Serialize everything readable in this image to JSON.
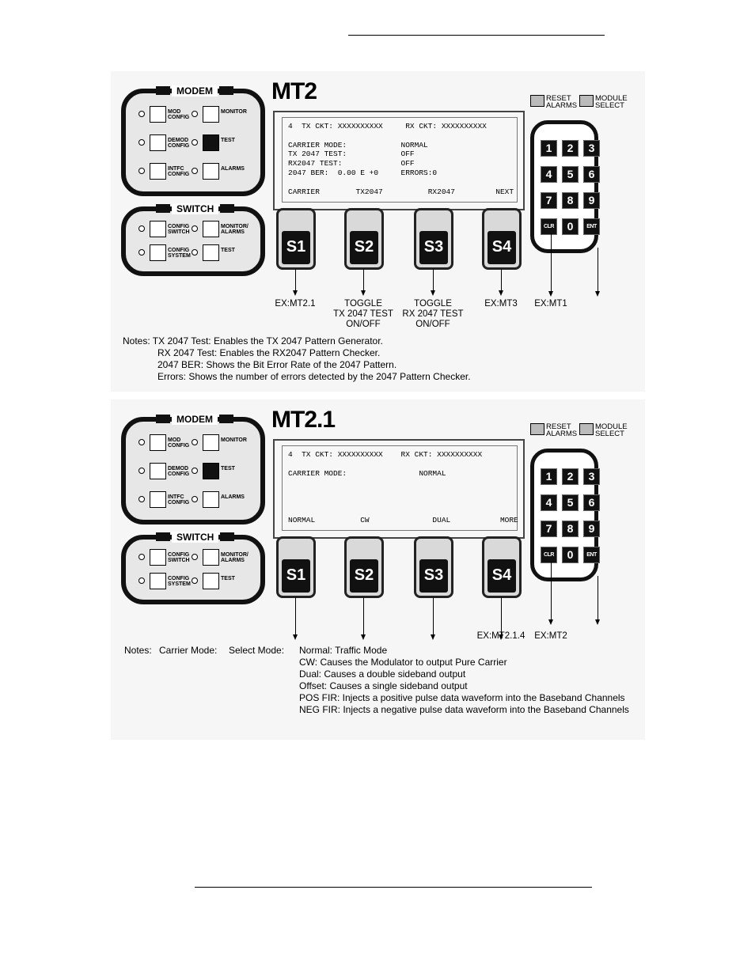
{
  "diagrams": [
    {
      "title": "MT2",
      "modem": {
        "label": "MODEM",
        "buttons": [
          {
            "label": "MOD CONFIG",
            "on": false
          },
          {
            "label": "MONITOR",
            "on": false
          },
          {
            "label": "DEMOD CONFIG",
            "on": false
          },
          {
            "label": "TEST",
            "on": true
          },
          {
            "label": "INTFC CONFIG",
            "on": false
          },
          {
            "label": "ALARMS",
            "on": false
          }
        ]
      },
      "switch": {
        "label": "SWITCH",
        "buttons": [
          {
            "label": "CONFIG SWITCH"
          },
          {
            "label": "MONITOR/ ALARMS"
          },
          {
            "label": "CONFIG SYSTEM"
          },
          {
            "label": "TEST"
          }
        ]
      },
      "lcd_lines": [
        "4  TX CKT: XXXXXXXXXX     RX CKT: XXXXXXXXXX",
        "",
        "CARRIER MODE:            NORMAL",
        "TX 2047 TEST:            OFF",
        "RX2047 TEST:             OFF",
        "2047 BER:  0.00 E +0     ERRORS:0",
        "",
        "CARRIER        TX2047          RX2047         NEXT"
      ],
      "softkeys": [
        "S1",
        "S2",
        "S3",
        "S4"
      ],
      "softkey_captions": [
        "EX:MT2.1",
        "TOGGLE\nTX 2047 TEST\nON/OFF",
        "TOGGLE\nRX 2047 TEST\nON/OFF",
        "EX:MT3"
      ],
      "keypad_captions": [
        "EX:MT1",
        ""
      ],
      "notes": [
        "Notes:  TX 2047 Test: Enables the TX 2047 Pattern Generator.",
        "RX 2047 Test: Enables the RX2047 Pattern Checker.",
        "2047 BER: Shows the Bit Error Rate of the 2047 Pattern.",
        "Errors: Shows the number of errors detected by the 2047 Pattern Checker."
      ]
    },
    {
      "title": "MT2.1",
      "modem": {
        "label": "MODEM",
        "buttons": [
          {
            "label": "MOD CONFIG",
            "on": false
          },
          {
            "label": "MONITOR",
            "on": false
          },
          {
            "label": "DEMOD CONFIG",
            "on": false
          },
          {
            "label": "TEST",
            "on": true
          },
          {
            "label": "INTFC CONFIG",
            "on": false
          },
          {
            "label": "ALARMS",
            "on": false
          }
        ]
      },
      "switch": {
        "label": "SWITCH",
        "buttons": [
          {
            "label": "CONFIG SWITCH"
          },
          {
            "label": "MONITOR/ ALARMS"
          },
          {
            "label": "CONFIG SYSTEM"
          },
          {
            "label": "TEST"
          }
        ]
      },
      "lcd_lines": [
        "4  TX CKT: XXXXXXXXXX    RX CKT: XXXXXXXXXX",
        "",
        "CARRIER MODE:                NORMAL",
        "",
        "",
        "",
        "",
        "NORMAL          CW              DUAL           MORE"
      ],
      "softkeys": [
        "S1",
        "S2",
        "S3",
        "S4"
      ],
      "softkey_captions": [
        "",
        "",
        "",
        "EX:MT2.1.4"
      ],
      "keypad_captions": [
        "EX:MT2",
        ""
      ],
      "notes_head": [
        "Notes:",
        "Carrier Mode:",
        "Select Mode:"
      ],
      "notes": [
        "Normal: Traffic Mode",
        "CW: Causes the Modulator to output Pure Carrier",
        "Dual: Causes a double sideband output",
        "Offset: Causes a single sideband output",
        "POS FIR: Injects a positive pulse data waveform into the Baseband Channels",
        "NEG FIR: Injects a negative pulse data waveform into the Baseband Channels"
      ]
    }
  ],
  "keypad": {
    "keys": [
      "1",
      "2",
      "3",
      "4",
      "5",
      "6",
      "7",
      "8",
      "9",
      "CLR",
      "0",
      "ENT"
    ],
    "reset_label": "RESET ALARMS",
    "module_label": "MODULE SELECT"
  }
}
